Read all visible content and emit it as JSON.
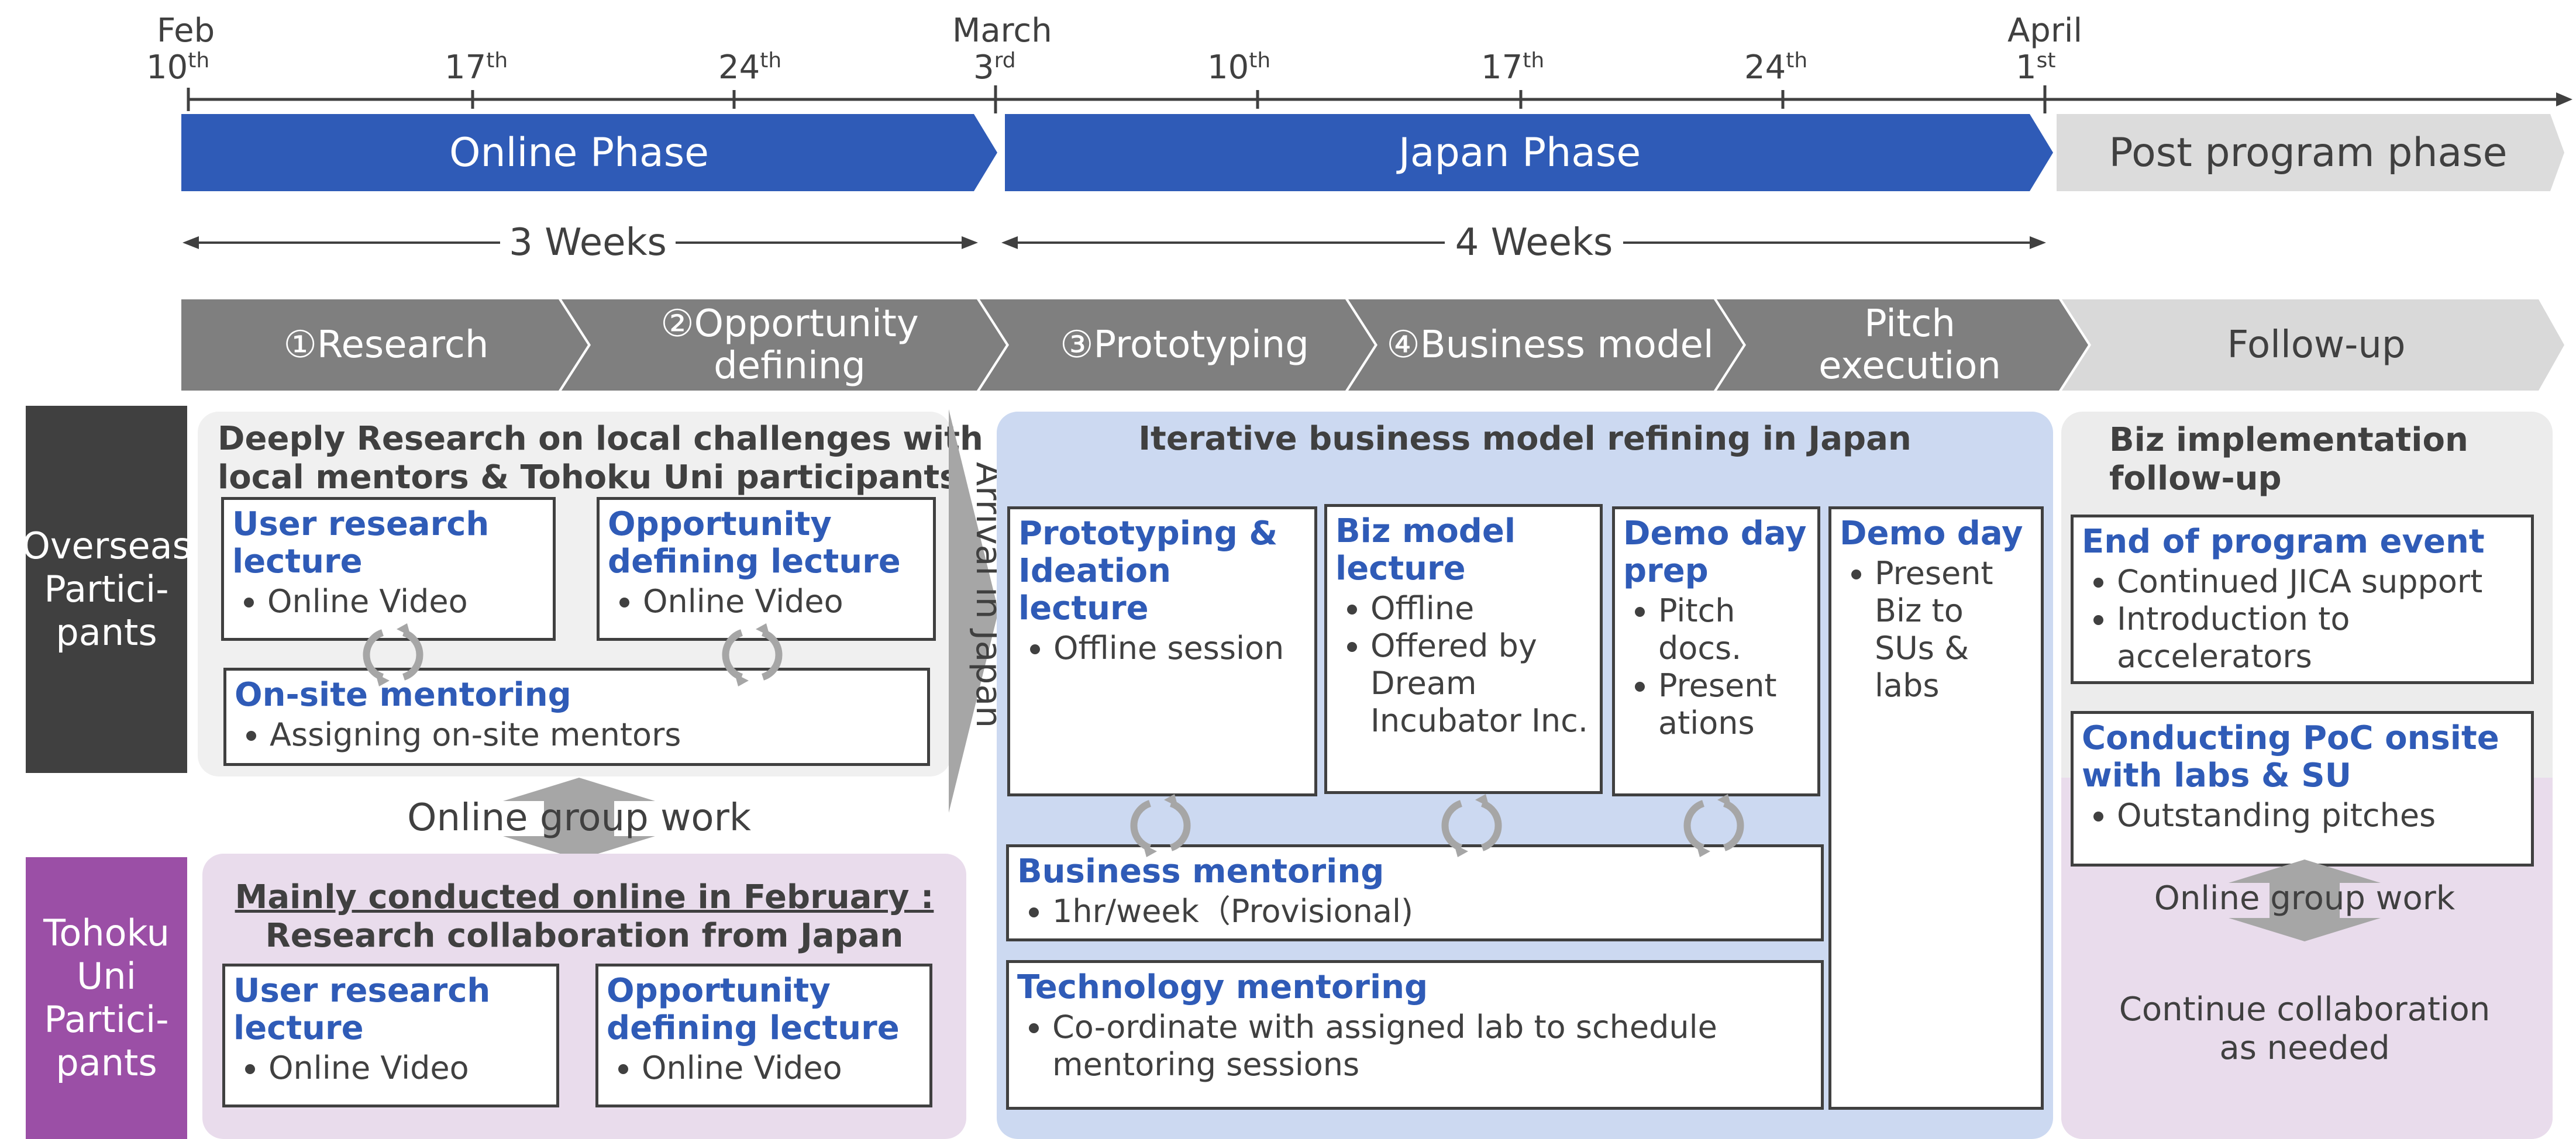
{
  "timeline": {
    "months": [
      {
        "label": "Feb"
      },
      {
        "label": "March"
      },
      {
        "label": "April"
      }
    ],
    "dates": [
      {
        "num": "10",
        "suffix": "th"
      },
      {
        "num": "17",
        "suffix": "th"
      },
      {
        "num": "24",
        "suffix": "th"
      },
      {
        "num": "3",
        "suffix": "rd"
      },
      {
        "num": "10",
        "suffix": "th"
      },
      {
        "num": "17",
        "suffix": "th"
      },
      {
        "num": "24",
        "suffix": "th"
      },
      {
        "num": "1",
        "suffix": "st"
      }
    ]
  },
  "phases": {
    "online": "Online Phase",
    "japan": "Japan Phase",
    "post": "Post program phase"
  },
  "durations": {
    "online": "3 Weeks",
    "japan": "4 Weeks"
  },
  "steps": {
    "research": "①Research",
    "opportunity_line1": "②Opportunity",
    "opportunity_line2": "defining",
    "prototyping": "③Prototyping",
    "business_model": "④Business model",
    "pitch_line1": "Pitch",
    "pitch_line2": "execution",
    "followup": "Follow-up"
  },
  "participants": {
    "overseas": [
      "Overseas",
      "Partici-",
      "pants"
    ],
    "tohoku": [
      "Tohoku",
      "Uni",
      "Partici-",
      "pants"
    ]
  },
  "online_region": {
    "title_line1": "Deeply Research on local challenges with",
    "title_line2": "local mentors & Tohoku Uni participants",
    "user_research": {
      "title_line1": "User research",
      "title_line2": "lecture",
      "bullet": "Online Video"
    },
    "opportunity": {
      "title_line1": "Opportunity",
      "title_line2": "defining lecture",
      "bullet": "Online Video"
    },
    "onsite": {
      "title": "On-site mentoring",
      "bullet": "Assigning on-site mentors"
    },
    "group_work": "Online group work",
    "arrival": "Arrival in Japan"
  },
  "tohoku_region": {
    "title_line1": "Mainly conducted online in February :",
    "title_line2": "Research collaboration from Japan",
    "user_research": {
      "title_line1": "User research",
      "title_line2": "lecture",
      "bullet": "Online Video"
    },
    "opportunity": {
      "title_line1": "Opportunity",
      "title_line2": "defining lecture",
      "bullet": "Online Video"
    }
  },
  "japan_region": {
    "title": "Iterative business model refining in Japan",
    "prototyping": {
      "title_line1": "Prototyping &",
      "title_line2": "Ideation lecture",
      "bullets": [
        "Offline session"
      ]
    },
    "bizmodel": {
      "title_line1": "Biz model",
      "title_line2": "lecture",
      "bullets": [
        "Offline",
        "Offered by Dream Incubator Inc."
      ]
    },
    "demoprep": {
      "title_line1": "Demo day",
      "title_line2": "prep",
      "bullets": [
        "Pitch docs.",
        "Present ations"
      ]
    },
    "demoday": {
      "title": "Demo day",
      "bullets": [
        "Present Biz to SUs & labs"
      ]
    },
    "business_mentoring": {
      "title": "Business mentoring",
      "bullet": "1hr/week（Provisional)"
    },
    "tech_mentoring": {
      "title": "Technology mentoring",
      "bullet": "Co-ordinate with assigned lab to schedule mentoring sessions"
    }
  },
  "followup_region": {
    "title_line1": "Biz implementation",
    "title_line2": "follow-up",
    "end_event": {
      "title": "End of program event",
      "bullets": [
        "Continued JICA support",
        "Introduction to accelerators"
      ]
    },
    "poc": {
      "title_line1": "Conducting PoC onsite",
      "title_line2": "with labs & SU",
      "bullets": [
        "Outstanding pitches"
      ]
    },
    "group_work": "Online group work",
    "continue_line1": "Continue collaboration",
    "continue_line2": "as needed"
  },
  "colors": {
    "blue_phase": "#2f5bb7",
    "grey_phase": "#dcdcdc",
    "step_dark": "#7f7f7f",
    "step_light": "#d9d9d9",
    "overseas_bar": "#404040",
    "tohoku_bar": "#9b4fa6",
    "online_bg": "#f0f0f0",
    "japan_bg": "#ccd9f1",
    "tohoku_bg": "#e9dcec",
    "title_blue": "#2f5bb7"
  }
}
